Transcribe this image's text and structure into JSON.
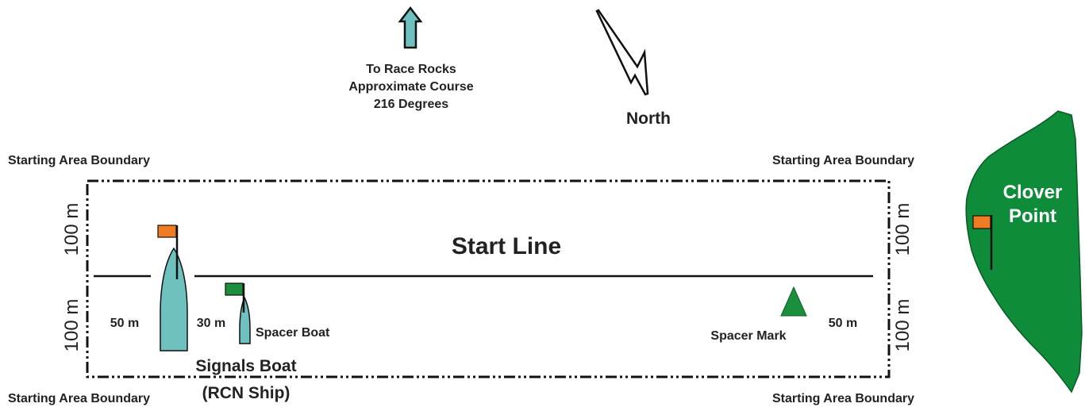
{
  "course": {
    "line1": "To Race Rocks",
    "line2": "Approximate Course",
    "line3": "216 Degrees"
  },
  "north_label": "North",
  "boundary_labels": {
    "top_left": "Starting Area Boundary",
    "top_right": "Starting Area Boundary",
    "bottom_left": "Starting Area Boundary",
    "bottom_right": "Starting Area Boundary"
  },
  "start_line_label": "Start Line",
  "distances": {
    "left_upper": "100 m",
    "left_lower": "100 m",
    "right_upper": "100 m",
    "right_lower": "100 m",
    "signals_to_edge": "50 m",
    "signals_to_spacer": "30 m",
    "mark_to_edge": "50 m"
  },
  "spacer_boat_label": "Spacer Boat",
  "spacer_mark_label": "Spacer Mark",
  "signals_boat": {
    "line1": "Signals Boat",
    "line2": "(RCN Ship)"
  },
  "clover_point": {
    "line1": "Clover",
    "line2": "Point"
  },
  "colors": {
    "boat": "#6fc1c0",
    "flag_orange": "#ef7b22",
    "flag_green": "#1a8f3c",
    "land": "#0e8c3a",
    "mark": "#1a8f3c",
    "line": "#111111"
  }
}
